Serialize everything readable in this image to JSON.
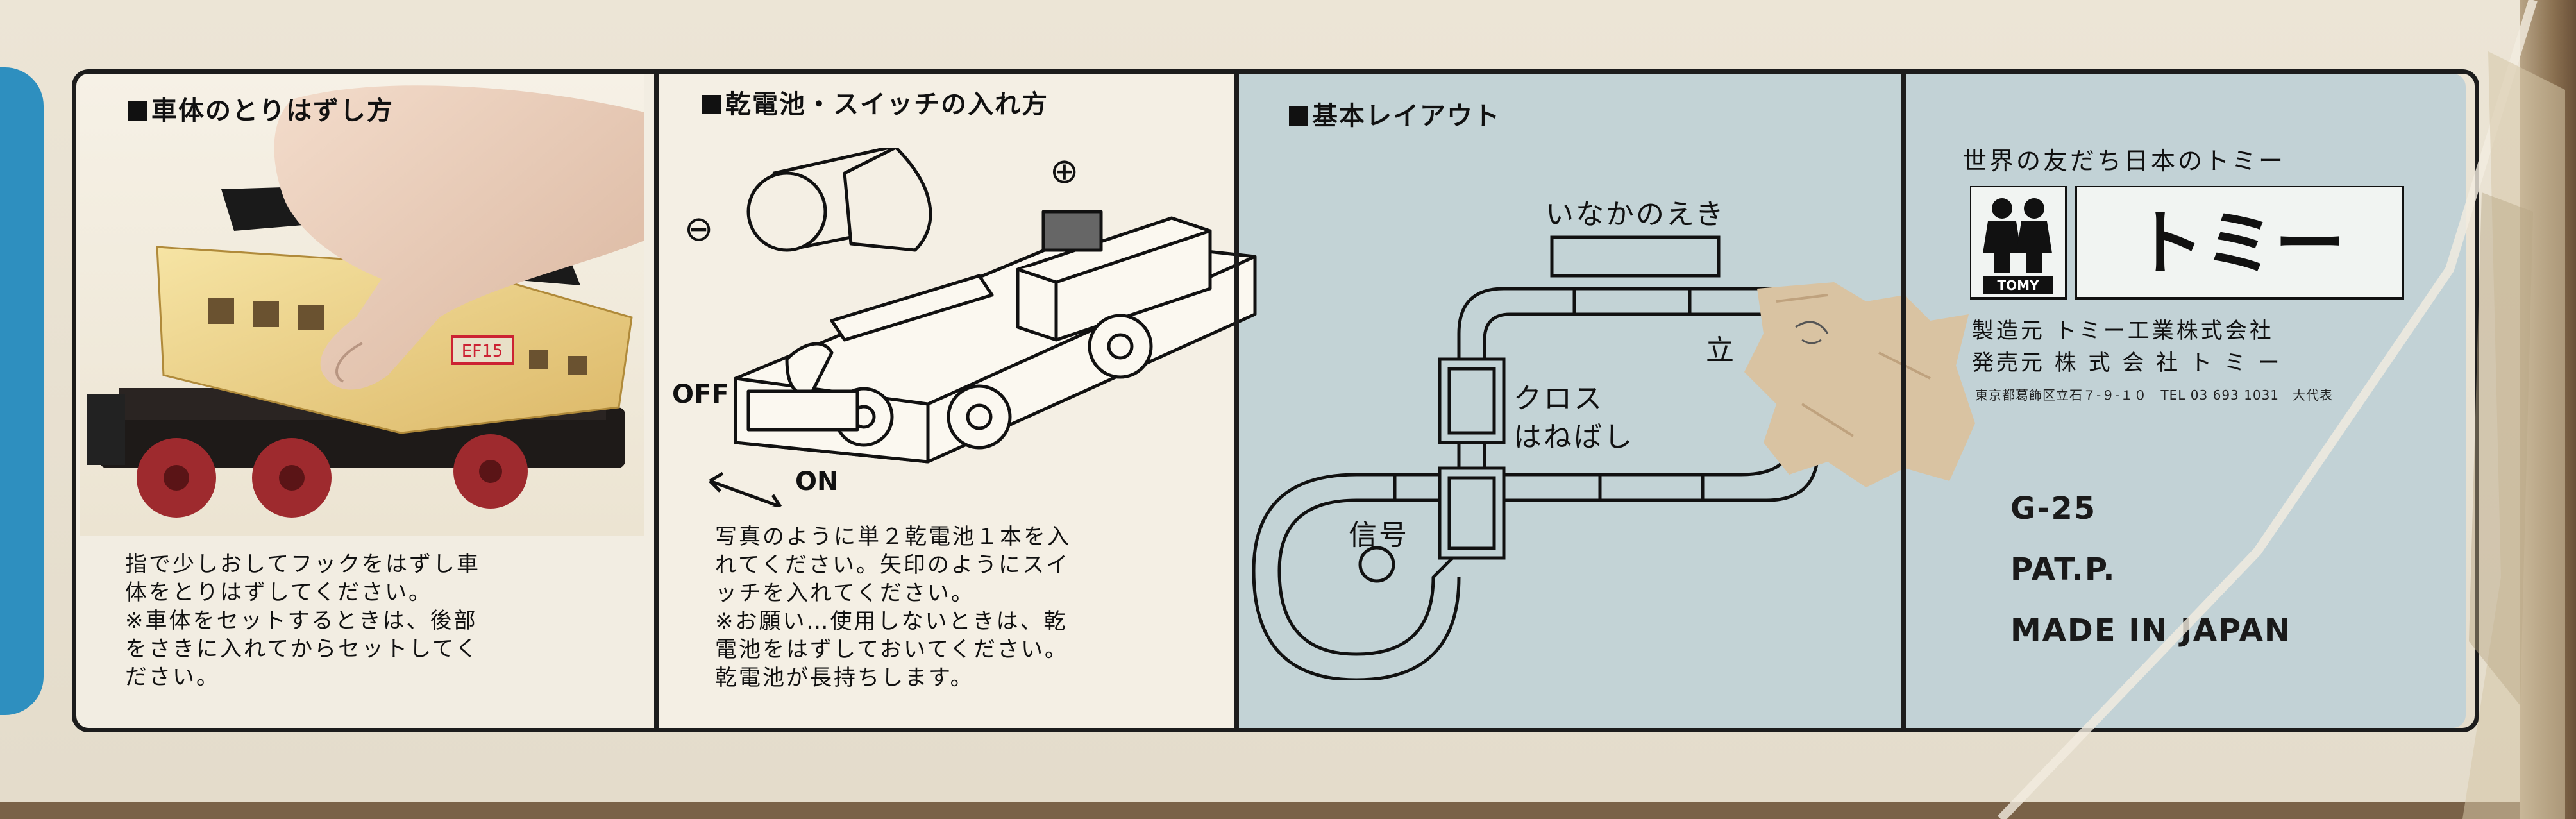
{
  "panels": {
    "body_removal": {
      "heading": "車体のとりはずし方",
      "photo_plate": "EF15",
      "caption": [
        "指で少しおしてフックをはずし車",
        "体をとりはずしてください。",
        "※車体をセットするときは、後部",
        "をさきに入れてからセットしてく",
        "ださい。"
      ]
    },
    "battery_switch": {
      "heading": "乾電池・スイッチの入れ方",
      "minus_symbol": "⊖",
      "plus_symbol": "⊕",
      "off_label": "OFF",
      "on_label": "ON",
      "caption": [
        "写真のように単２乾電池１本を入",
        "れてください。矢印のようにスイ",
        "ッチを入れてください。",
        "※お願い…使用しないときは、乾",
        "電池をはずしておいてください。",
        "乾電池が長持ちします。"
      ]
    },
    "basic_layout": {
      "heading": "基本レイアウト",
      "station_label": "いなかのえき",
      "cross_label_1": "クロス",
      "cross_label_2": "はねばし",
      "signal_label": "信号",
      "partial_label": "立"
    },
    "maker": {
      "tagline": "世界の友だち日本のトミー",
      "logo_small": "TOMY",
      "logo_katakana": "トミー",
      "manufacturer": "製造元 トミー工業株式会社",
      "distributor": "発売元 株 式 会 社 ト ミ ー",
      "address": "東京都葛飾区立石７-９-１０　TEL 03 693 1031　大代表",
      "model": "G-25",
      "patent": "PAT.P.",
      "origin": "MADE IN JAPAN"
    }
  },
  "colors": {
    "box_cream": "#ece5d6",
    "panel_blue": "#c3d3d6",
    "accent_blue": "#2e8fbf",
    "ink": "#1c1c1c",
    "loco_yellow": "#f1d98a",
    "wheel_red": "#9e2a2e"
  }
}
